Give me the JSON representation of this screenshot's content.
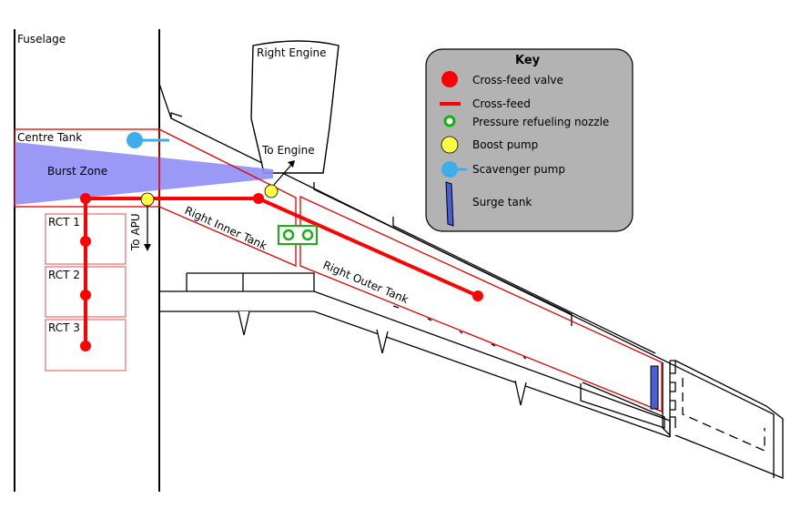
{
  "labels": {
    "fuselage": "Fuselage",
    "right_engine": "Right Engine",
    "centre_tank": "Centre Tank",
    "burst_zone": "Burst Zone",
    "to_engine": "To Engine",
    "to_apu": "To APU",
    "right_inner_tank": "Right Inner Tank",
    "right_outer_tank": "Right Outer Tank",
    "rct1": "RCT 1",
    "rct2": "RCT 2",
    "rct3": "RCT 3"
  },
  "key": {
    "title": "Key",
    "items": [
      {
        "symbol": "cross-feed-valve",
        "label": "Cross-feed valve"
      },
      {
        "symbol": "cross-feed",
        "label": "Cross-feed"
      },
      {
        "symbol": "pressure-refueling-nozzle",
        "label": "Pressure refueling nozzle"
      },
      {
        "symbol": "boost-pump",
        "label": "Boost pump"
      },
      {
        "symbol": "scavenger-pump",
        "label": "Scavenger pump"
      },
      {
        "symbol": "surge-tank",
        "label": "Surge tank"
      }
    ]
  },
  "colors": {
    "cross_feed": "#ff0000",
    "tank_outline": "#e00000",
    "rct_outline": "#e86a6a",
    "boost_pump": "#ffff44",
    "scavenger_pump": "#3daee9",
    "surge_tank": "#4a5fd6",
    "burst_zone": "#8f8ff5",
    "key_bg": "#b3b3b3",
    "nozzle": "#16b016"
  }
}
